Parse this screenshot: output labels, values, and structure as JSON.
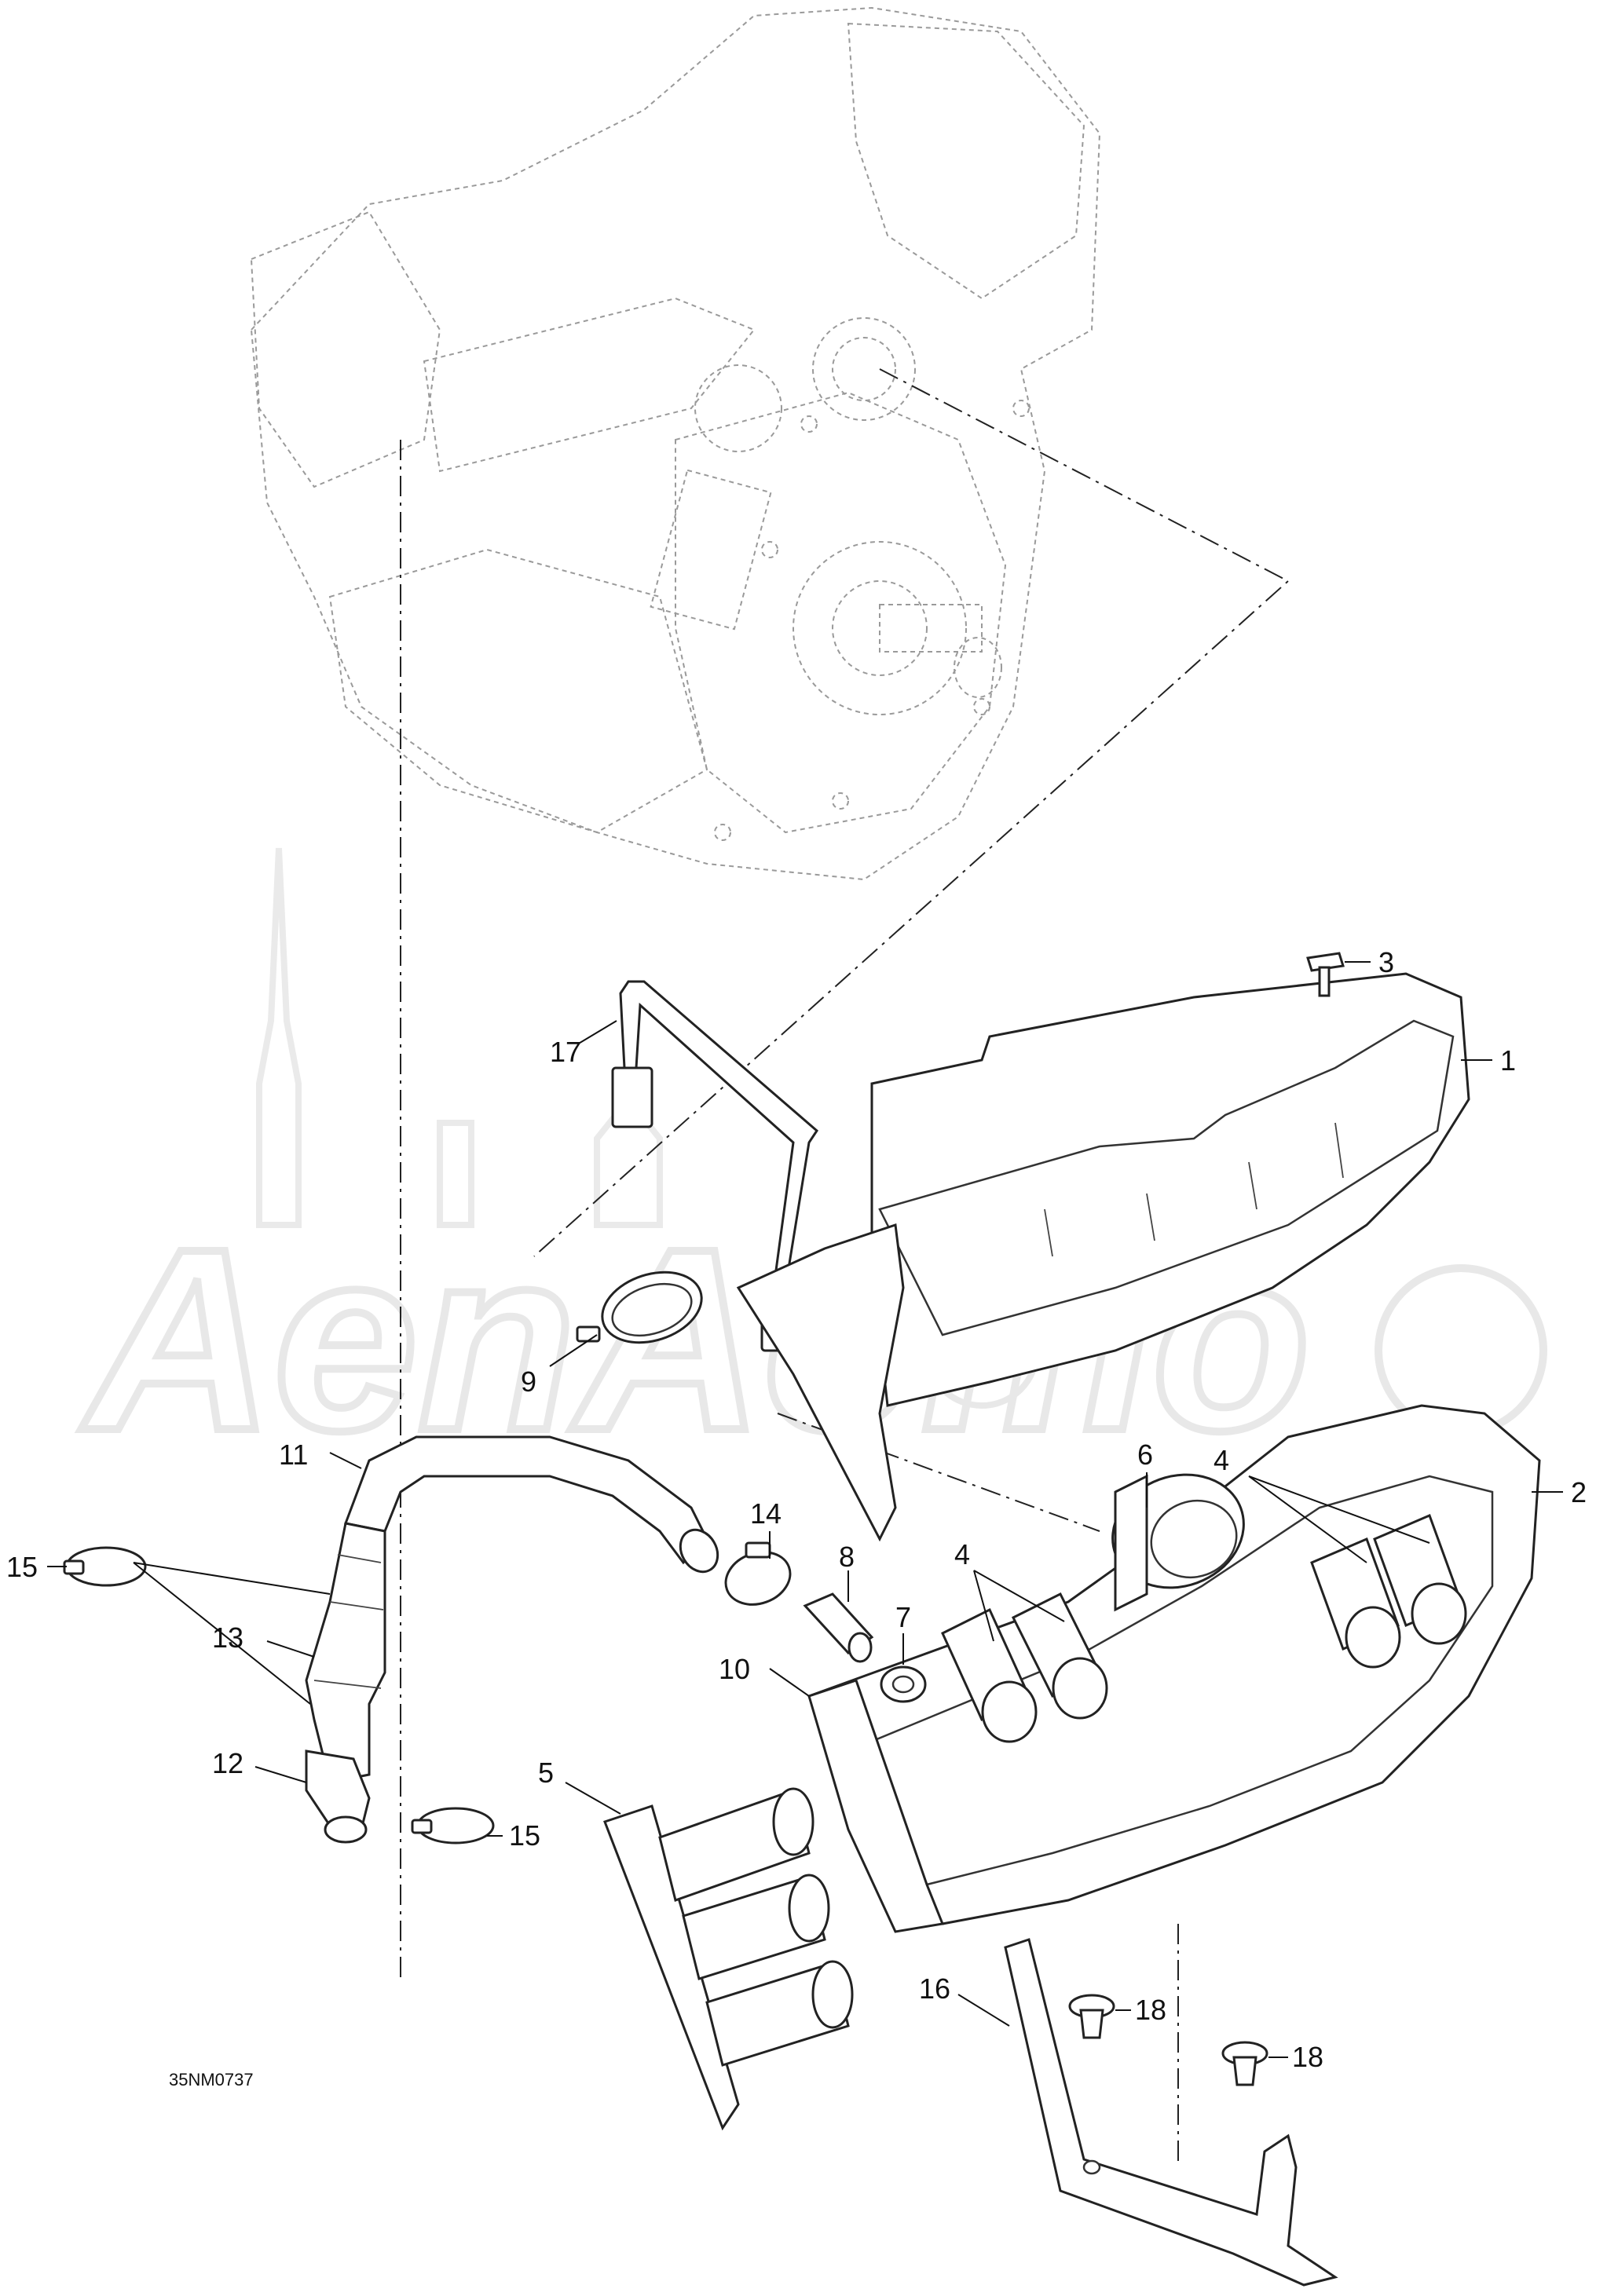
{
  "drawing_code": "35NM0737",
  "watermark": "AenAomo",
  "callouts": [
    {
      "id": "c1",
      "text": "1"
    },
    {
      "id": "c2",
      "text": "2"
    },
    {
      "id": "c3",
      "text": "3"
    },
    {
      "id": "c4a",
      "text": "4"
    },
    {
      "id": "c4b",
      "text": "4"
    },
    {
      "id": "c5",
      "text": "5"
    },
    {
      "id": "c6",
      "text": "6"
    },
    {
      "id": "c7",
      "text": "7"
    },
    {
      "id": "c8",
      "text": "8"
    },
    {
      "id": "c9",
      "text": "9"
    },
    {
      "id": "c10",
      "text": "10"
    },
    {
      "id": "c11",
      "text": "11"
    },
    {
      "id": "c12",
      "text": "12"
    },
    {
      "id": "c13",
      "text": "13"
    },
    {
      "id": "c14",
      "text": "14"
    },
    {
      "id": "c15a",
      "text": "15"
    },
    {
      "id": "c15b",
      "text": "15"
    },
    {
      "id": "c16",
      "text": "16"
    },
    {
      "id": "c17",
      "text": "17"
    },
    {
      "id": "c18a",
      "text": "18"
    },
    {
      "id": "c18b",
      "text": "18"
    }
  ]
}
